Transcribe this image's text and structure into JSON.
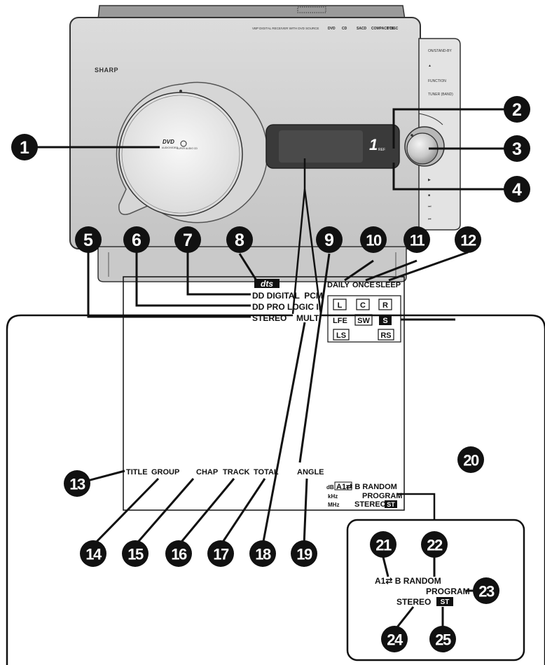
{
  "device": {
    "brand": "SHARP",
    "top_strip": "VBP DIGITAL RECEIVER WITH DVD SOURCE",
    "format_logos": [
      "DVD",
      "CD",
      "SACD",
      "COMPACT DISC",
      "DTS"
    ],
    "disc_logo_main": "DVD",
    "disc_logo_sub1": "AUDIO/VIDEO",
    "disc_logo_sub2": "SUPER AUDIO CD",
    "side_labels": [
      "ON/STAND-BY",
      "▲",
      "FUNCTION",
      "TUNER (BAND)",
      "▶",
      "■",
      "⏭",
      "⏮"
    ],
    "display_digit": "1",
    "display_small": "REF"
  },
  "display": {
    "dts": "dts",
    "digital_pcm": "DD DIGITAL  PCM",
    "pro_logic": "DD PRO LOGIC II",
    "stereo_multi_left": "STEREO",
    "stereo_multi_right": "MULTI",
    "timer": {
      "daily": "DAILY",
      "once": "ONCE",
      "sleep": "SLEEP"
    },
    "channels": {
      "L": "L",
      "C": "C",
      "R": "R",
      "LFE": "LFE",
      "SW": "SW",
      "S": "S",
      "LS": "LS",
      "RS": "RS"
    },
    "bottom_row": {
      "title": "TITLE",
      "group": "GROUP",
      "chap": "CHAP",
      "track": "TRACK",
      "total": "TOTAL",
      "angle": "ANGLE"
    },
    "units": {
      "db": "dB",
      "khz": "kHz",
      "mhz": "MHz"
    },
    "ab_random": "A1⇄ B RANDOM",
    "program": "PROGRAM",
    "stereo_st": "STEREO",
    "st_badge": "ST"
  },
  "zoom": {
    "ab_random": "A1⇄ B RANDOM",
    "program": "PROGRAM",
    "stereo": "STEREO",
    "st_badge": "ST"
  },
  "callouts": [
    "1",
    "2",
    "3",
    "4",
    "5",
    "6",
    "7",
    "8",
    "9",
    "10",
    "11",
    "12",
    "13",
    "14",
    "15",
    "16",
    "17",
    "18",
    "19",
    "20",
    "21",
    "22",
    "23",
    "24",
    "25"
  ]
}
